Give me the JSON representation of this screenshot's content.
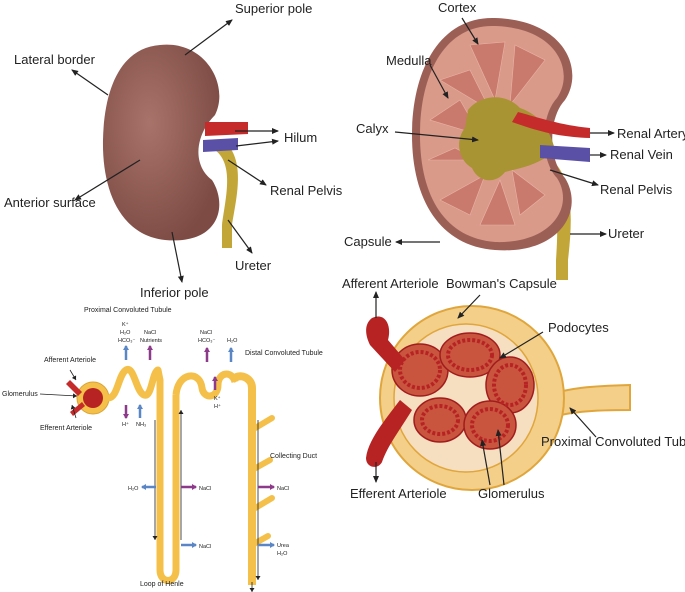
{
  "colors": {
    "kidney_body": "#8e5a52",
    "kidney_capsule": "#9c5f55",
    "artery": "#c62b2b",
    "vein": "#5a51a6",
    "ureter": "#c3a638",
    "medulla": "#c97a6c",
    "calyx": "#a89433",
    "tubule": "#f4c04a",
    "arrow_blue": "#5b86c6",
    "arrow_purple": "#8d3a8a",
    "glomerulus": "#b72323",
    "bowman_fill": "#f3cf8a"
  },
  "external_kidney": {
    "superior_pole": "Superior pole",
    "lateral_border": "Lateral border",
    "hilum": "Hilum",
    "renal_pelvis": "Renal Pelvis",
    "anterior_surface": "Anterior surface",
    "ureter": "Ureter",
    "inferior_pole": "Inferior pole"
  },
  "internal_kidney": {
    "cortex": "Cortex",
    "medulla": "Medulla",
    "calyx": "Calyx",
    "renal_artery": "Renal Artery",
    "renal_vein": "Renal Vein",
    "renal_pelvis": "Renal Pelvis",
    "capsule": "Capsule",
    "ureter": "Ureter"
  },
  "nephron": {
    "proximal_convoluted_tubule": "Proximal Convoluted Tubule",
    "afferent_arteriole": "Afferent Arteriole",
    "glomerulus": "Glomerulus",
    "efferent_arteriole": "Efferent Arteriole",
    "distal_convoluted_tubule": "Distal Convoluted Tubule",
    "collecting_duct": "Collecting Duct",
    "loop_of_henle": "Loop of Henle",
    "pct_out_1": "K⁺",
    "pct_out_2": "H₂O",
    "pct_out_3": "HCO₃⁻",
    "pct_out_4": "NaCl",
    "pct_out_5": "Nutrients",
    "pct_in_1": "H⁺",
    "pct_in_2": "NH₃",
    "dct_out_1": "NaCl",
    "dct_out_2": "HCO₃⁻",
    "dct_out_3": "H₂O",
    "dct_in_1": "K⁺",
    "dct_in_2": "H⁺",
    "loop_h2o": "H₂O",
    "loop_nacl_1": "NaCl",
    "loop_nacl_2": "NaCl",
    "cd_nacl": "NaCl",
    "cd_urea": "Urea",
    "cd_h2o": "H₂O"
  },
  "corpuscle": {
    "afferent_arteriole": "Afferent Arteriole",
    "bowmans_capsule": "Bowman's Capsule",
    "podocytes": "Podocytes",
    "proximal_convoluted_tubule": "Proximal Convoluted Tubule",
    "efferent_arteriole": "Efferent Arteriole",
    "glomerulus": "Glomerulus"
  }
}
